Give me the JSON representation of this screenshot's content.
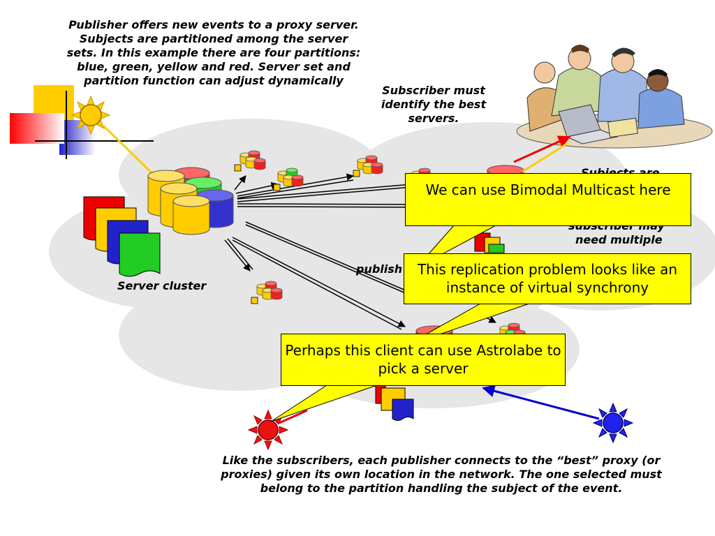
{
  "notes": {
    "publisher_offers": "Publisher offers new events to a proxy server.  Subjects are partitioned among the server sets. In this example there are four partitions: blue, green, yellow and red.  Server set and partition function can adjust dynamically",
    "subscriber_must": "Subscriber must identify the best servers.",
    "server_cluster": "Server cluster",
    "like_subscribers": "Like the subscribers, each publisher connects to the “best” proxy (or proxies) given its own location in the network.  The one selected must belong to the partition handling the subject of the event."
  },
  "partial_text": {
    "subjects_are": "Subjects are",
    "subscriber_may": "subscriber may",
    "need_multiple": "need multiple",
    "publish": "publish"
  },
  "callouts": {
    "bimodal": "We can use Bimodal Multicast here",
    "replication": "This replication problem looks like an instance of virtual synchrony",
    "astrolabe": "Perhaps this client can use Astrolabe to pick a server"
  },
  "colors": {
    "cloud": "#e6e6e6",
    "callout": "#ffff00",
    "red": "#ff0000",
    "green": "#00cc00",
    "yellow": "#ffcc00",
    "blue": "#3333cc"
  }
}
